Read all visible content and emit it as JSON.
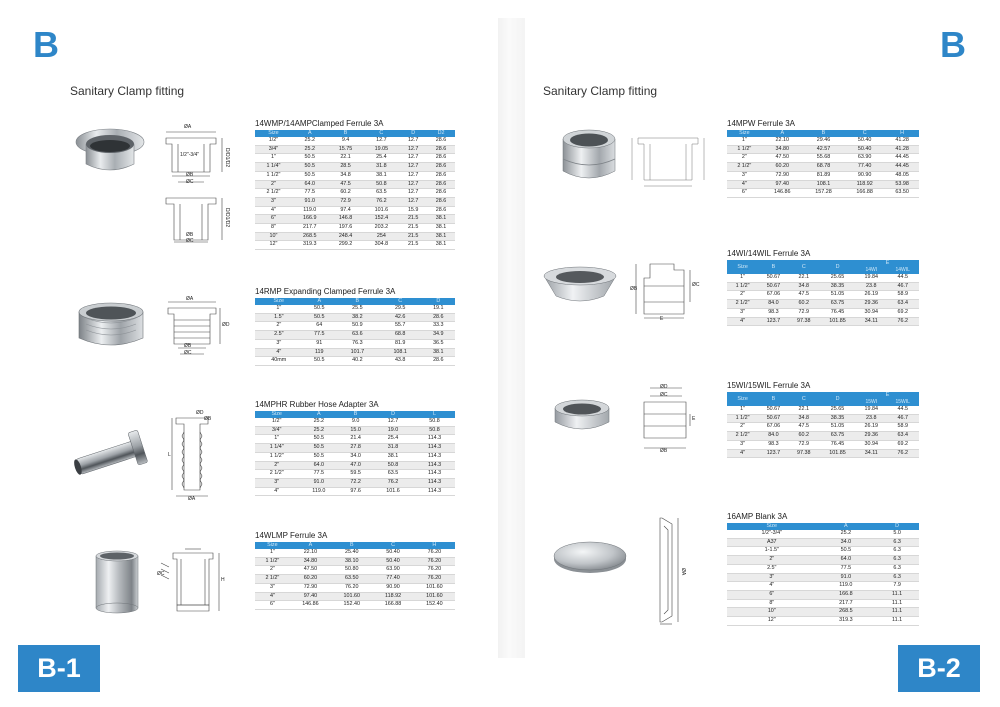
{
  "corner_letter": "B",
  "section_title": "Sanitary Clamp fitting",
  "page_labels": [
    "B-1",
    "B-2"
  ],
  "drawing_labels": {
    "a": "ØA",
    "b": "ØB",
    "c": "ØC",
    "d": "ØD",
    "d_d2": "D/D1/D2",
    "mid": "1/2\"-3/4\"",
    "l": "L",
    "e": "E",
    "h": "H"
  },
  "tables": [
    {
      "title": "14WMP/14AMPClamped Ferrule 3A",
      "columns": [
        "Size",
        "A",
        "B",
        "C",
        "D",
        "D2"
      ],
      "rows": [
        [
          "1/2\"",
          "25.2",
          "9.4",
          "12.7",
          "12.7",
          "28.6"
        ],
        [
          "3/4\"",
          "25.2",
          "15.75",
          "19.05",
          "12.7",
          "28.6"
        ],
        [
          "1\"",
          "50.5",
          "22.1",
          "25.4",
          "12.7",
          "28.6"
        ],
        [
          "1 1/4\"",
          "50.5",
          "28.5",
          "31.8",
          "12.7",
          "28.6"
        ],
        [
          "1 1/2\"",
          "50.5",
          "34.8",
          "38.1",
          "12.7",
          "28.6"
        ],
        [
          "2\"",
          "64.0",
          "47.5",
          "50.8",
          "12.7",
          "28.6"
        ],
        [
          "2 1/2\"",
          "77.5",
          "60.2",
          "63.5",
          "12.7",
          "28.6"
        ],
        [
          "3\"",
          "91.0",
          "72.9",
          "76.2",
          "12.7",
          "28.6"
        ],
        [
          "4\"",
          "119.0",
          "97.4",
          "101.6",
          "15.9",
          "28.6"
        ],
        [
          "6\"",
          "166.9",
          "146.8",
          "152.4",
          "21.5",
          "38.1"
        ],
        [
          "8\"",
          "217.7",
          "197.6",
          "203.2",
          "21.5",
          "38.1"
        ],
        [
          "10\"",
          "268.5",
          "248.4",
          "254",
          "21.5",
          "38.1"
        ],
        [
          "12\"",
          "319.3",
          "299.2",
          "304.8",
          "21.5",
          "38.1"
        ]
      ]
    },
    {
      "title": "14RMP Expanding Clamped Ferrule 3A",
      "columns": [
        "Size",
        "A",
        "B",
        "C",
        "D"
      ],
      "rows": [
        [
          "1\"",
          "50.5",
          "25.5",
          "29.5",
          "19.1"
        ],
        [
          "1.5\"",
          "50.5",
          "38.2",
          "42.6",
          "28.6"
        ],
        [
          "2\"",
          "64",
          "50.9",
          "55.7",
          "33.3"
        ],
        [
          "2.5\"",
          "77.5",
          "63.6",
          "68.8",
          "34.9"
        ],
        [
          "3\"",
          "91",
          "76.3",
          "81.9",
          "36.5"
        ],
        [
          "4\"",
          "119",
          "101.7",
          "108.1",
          "38.1"
        ],
        [
          "40mm",
          "50.5",
          "40.2",
          "43.8",
          "28.6"
        ]
      ]
    },
    {
      "title": "14MPHR Rubber Hose Adapter 3A",
      "columns": [
        "Size",
        "A",
        "B",
        "D",
        "L"
      ],
      "rows": [
        [
          "1/2\"",
          "25.2",
          "9.0",
          "12.7",
          "50.8"
        ],
        [
          "3/4\"",
          "25.2",
          "15.0",
          "19.0",
          "50.8"
        ],
        [
          "1\"",
          "50.5",
          "21.4",
          "25.4",
          "114.3"
        ],
        [
          "1 1/4\"",
          "50.5",
          "27.8",
          "31.8",
          "114.3"
        ],
        [
          "1 1/2\"",
          "50.5",
          "34.0",
          "38.1",
          "114.3"
        ],
        [
          "2\"",
          "64.0",
          "47.0",
          "50.8",
          "114.3"
        ],
        [
          "2 1/2\"",
          "77.5",
          "59.5",
          "63.5",
          "114.3"
        ],
        [
          "3\"",
          "91.0",
          "72.2",
          "76.2",
          "114.3"
        ],
        [
          "4\"",
          "119.0",
          "97.6",
          "101.6",
          "114.3"
        ]
      ]
    },
    {
      "title": "14WLMP Ferrule 3A",
      "columns": [
        "Size",
        "A",
        "B",
        "C",
        "H"
      ],
      "rows": [
        [
          "1\"",
          "22.10",
          "25.40",
          "50.40",
          "76.20"
        ],
        [
          "1 1/2\"",
          "34.80",
          "38.10",
          "50.40",
          "76.20"
        ],
        [
          "2\"",
          "47.50",
          "50.80",
          "63.90",
          "76.20"
        ],
        [
          "2 1/2\"",
          "60.20",
          "63.50",
          "77.40",
          "76.20"
        ],
        [
          "3\"",
          "72.90",
          "76.20",
          "90.90",
          "101.60"
        ],
        [
          "4\"",
          "97.40",
          "101.60",
          "118.92",
          "101.60"
        ],
        [
          "6\"",
          "146.86",
          "152.40",
          "166.88",
          "152.40"
        ]
      ]
    },
    {
      "title": "14MPW Ferrule 3A",
      "columns": [
        "Size",
        "A",
        "B",
        "C",
        "H"
      ],
      "rows": [
        [
          "1\"",
          "22.10",
          "29.46",
          "50.40",
          "41.28"
        ],
        [
          "1 1/2\"",
          "34.80",
          "42.57",
          "50.40",
          "41.28"
        ],
        [
          "2\"",
          "47.50",
          "55.68",
          "63.90",
          "44.45"
        ],
        [
          "2 1/2\"",
          "60.20",
          "68.78",
          "77.40",
          "44.45"
        ],
        [
          "3\"",
          "72.90",
          "81.89",
          "90.90",
          "48.05"
        ],
        [
          "4\"",
          "97.40",
          "108.1",
          "118.92",
          "53.98"
        ],
        [
          "6\"",
          "146.86",
          "157.28",
          "166.88",
          "63.50"
        ]
      ]
    },
    {
      "title": "14WI/14WIL Ferrule 3A",
      "columns": [
        "Size",
        "B",
        "C",
        "D",
        "E"
      ],
      "subcolumns": [
        "14WI",
        "14WIL"
      ],
      "rows": [
        [
          "1\"",
          "50.67",
          "22.1",
          "25.65",
          "19.84",
          "44.5"
        ],
        [
          "1 1/2\"",
          "50.67",
          "34.8",
          "38.35",
          "23.8",
          "46.7"
        ],
        [
          "2\"",
          "67.06",
          "47.5",
          "51.05",
          "26.19",
          "58.9"
        ],
        [
          "2 1/2\"",
          "84.0",
          "60.2",
          "63.75",
          "29.36",
          "63.4"
        ],
        [
          "3\"",
          "98.3",
          "72.9",
          "76.45",
          "30.94",
          "69.2"
        ],
        [
          "4\"",
          "123.7",
          "97.38",
          "101.85",
          "34.11",
          "76.2"
        ]
      ]
    },
    {
      "title": "15WI/15WIL Ferrule 3A",
      "columns": [
        "Size",
        "B",
        "C",
        "D",
        "E"
      ],
      "subcolumns": [
        "15WI",
        "15WIL"
      ],
      "rows": [
        [
          "1\"",
          "50.67",
          "22.1",
          "25.65",
          "19.84",
          "44.5"
        ],
        [
          "1 1/2\"",
          "50.67",
          "34.8",
          "38.35",
          "23.8",
          "46.7"
        ],
        [
          "2\"",
          "67.06",
          "47.5",
          "51.05",
          "26.19",
          "58.9"
        ],
        [
          "2 1/2\"",
          "84.0",
          "60.2",
          "63.75",
          "29.36",
          "63.4"
        ],
        [
          "3\"",
          "98.3",
          "72.9",
          "76.45",
          "30.94",
          "69.2"
        ],
        [
          "4\"",
          "123.7",
          "97.38",
          "101.85",
          "34.11",
          "76.2"
        ]
      ]
    },
    {
      "title": "16AMP Blank 3A",
      "columns": [
        "Size",
        "A",
        "D"
      ],
      "rows": [
        [
          "1/2\"-3/4\"",
          "25.2",
          "5.0"
        ],
        [
          "A37",
          "34.0",
          "6.3"
        ],
        [
          "1-1.5\"",
          "50.5",
          "6.3"
        ],
        [
          "2\"",
          "64.0",
          "6.3"
        ],
        [
          "2.5\"",
          "77.5",
          "6.3"
        ],
        [
          "3\"",
          "91.0",
          "6.3"
        ],
        [
          "4\"",
          "119.0",
          "7.9"
        ],
        [
          "6\"",
          "166.8",
          "11.1"
        ],
        [
          "8\"",
          "217.7",
          "11.1"
        ],
        [
          "10\"",
          "268.5",
          "11.1"
        ],
        [
          "12\"",
          "319.3",
          "11.1"
        ]
      ]
    }
  ]
}
